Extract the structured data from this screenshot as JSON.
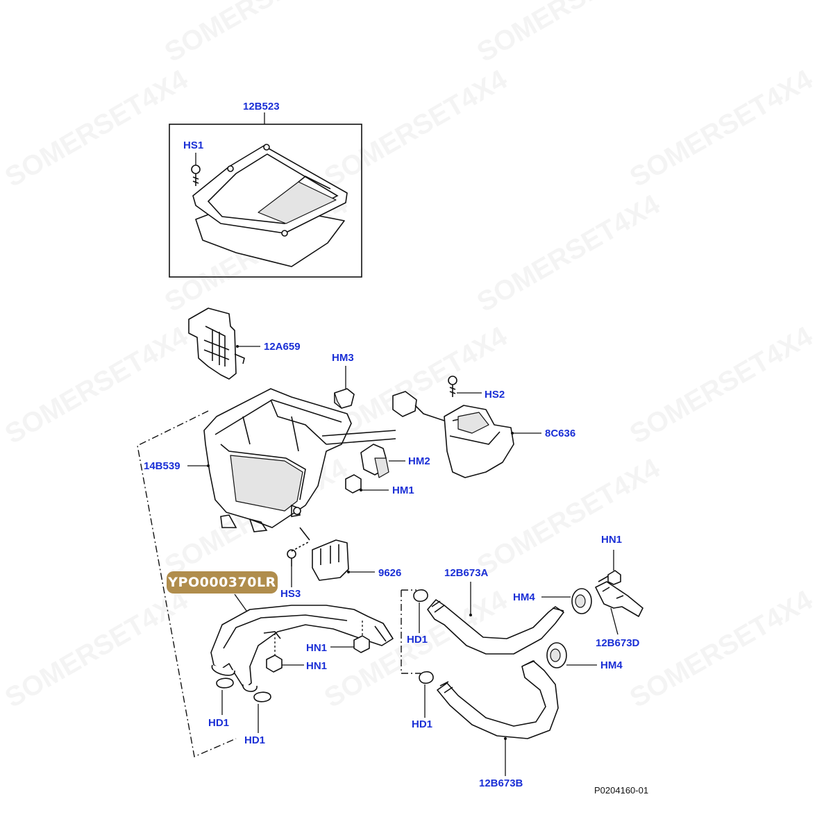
{
  "watermark": {
    "text": "SOMERSET4X4"
  },
  "badge": {
    "text": "YPO000370LR"
  },
  "figure_ref": "P0204160-01",
  "callouts": {
    "c12B523": "12B523",
    "cHS1": "HS1",
    "c12A659": "12A659",
    "cHM3": "HM3",
    "cHS2": "HS2",
    "c8C636": "8C636",
    "c14B539": "14B539",
    "cHM2": "HM2",
    "cHM1": "HM1",
    "c9626": "9626",
    "cHS3": "HS3",
    "c12B673A": "12B673A",
    "cHN1a": "HN1",
    "cHM4a": "HM4",
    "cHD1a": "HD1",
    "c12B673D": "12B673D",
    "cHN1b": "HN1",
    "cHN1c": "HN1",
    "cHM4b": "HM4",
    "cHD1b": "HD1",
    "cHD1c": "HD1",
    "cHD1d": "HD1",
    "c12B673B": "12B673B"
  }
}
